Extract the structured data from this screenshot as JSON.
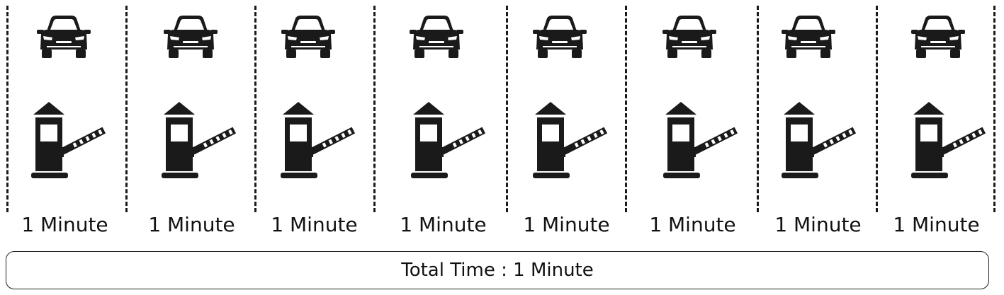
{
  "lanes": [
    {
      "icons": [
        "car-icon",
        "toll-booth-icon"
      ],
      "label": "1 Minute"
    },
    {
      "icons": [
        "car-icon",
        "toll-booth-icon"
      ],
      "label": "1 Minute"
    },
    {
      "icons": [
        "car-icon",
        "toll-booth-icon"
      ],
      "label": "1 Minute"
    },
    {
      "icons": [
        "car-icon",
        "toll-booth-icon"
      ],
      "label": "1 Minute"
    },
    {
      "icons": [
        "car-icon",
        "toll-booth-icon"
      ],
      "label": "1 Minute"
    },
    {
      "icons": [
        "car-icon",
        "toll-booth-icon"
      ],
      "label": "1 Minute"
    },
    {
      "icons": [
        "car-icon",
        "toll-booth-icon"
      ],
      "label": "1 Minute"
    },
    {
      "icons": [
        "car-icon",
        "toll-booth-icon"
      ],
      "label": "1 Minute"
    }
  ],
  "total": {
    "label": "Total Time : 1 Minute"
  }
}
